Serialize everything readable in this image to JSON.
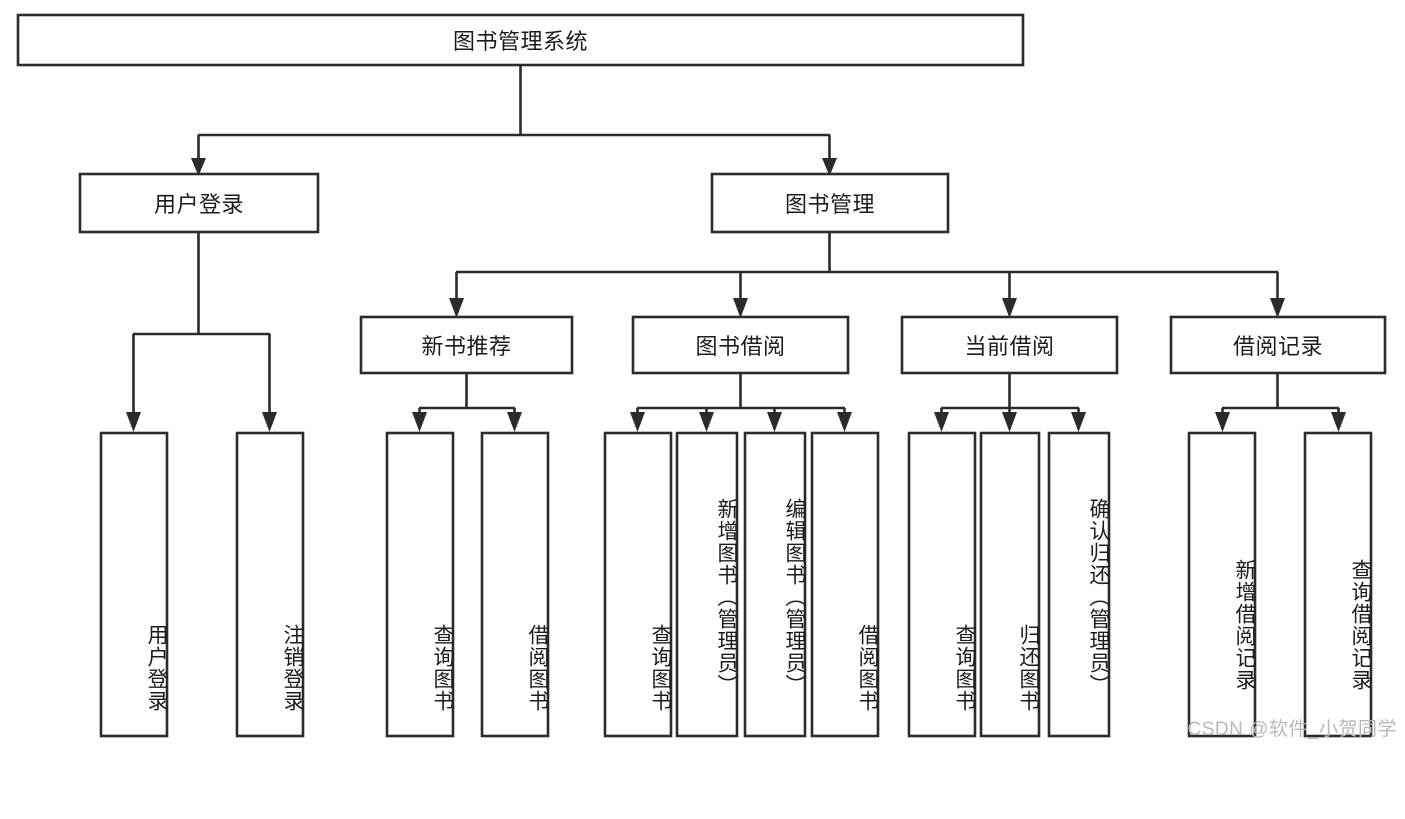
{
  "diagram": {
    "type": "hierarchy-tree",
    "title_node": {
      "id": "root",
      "label": "图书管理系统"
    },
    "levels": [
      {
        "level": 1,
        "nodes": [
          {
            "id": "root",
            "label": "图书管理系统",
            "orientation": "horizontal"
          }
        ]
      },
      {
        "level": 2,
        "nodes": [
          {
            "id": "user-login",
            "label": "用户登录",
            "orientation": "horizontal",
            "parent": "root"
          },
          {
            "id": "book-manage",
            "label": "图书管理",
            "orientation": "horizontal",
            "parent": "root"
          }
        ]
      },
      {
        "level": 3,
        "nodes": [
          {
            "id": "new-book-rec",
            "label": "新书推荐",
            "orientation": "horizontal",
            "parent": "book-manage"
          },
          {
            "id": "book-borrow",
            "label": "图书借阅",
            "orientation": "horizontal",
            "parent": "book-manage"
          },
          {
            "id": "current-borrow",
            "label": "当前借阅",
            "orientation": "horizontal",
            "parent": "book-manage"
          },
          {
            "id": "borrow-record",
            "label": "借阅记录",
            "orientation": "horizontal",
            "parent": "book-manage"
          }
        ]
      },
      {
        "level": 4,
        "nodes": [
          {
            "id": "leaf-user-login",
            "label": "用户登录",
            "orientation": "vertical",
            "parent": "user-login"
          },
          {
            "id": "leaf-logout",
            "label": "注销登录",
            "orientation": "vertical",
            "parent": "user-login"
          },
          {
            "id": "leaf-query-book-1",
            "label": "查询图书",
            "orientation": "vertical",
            "parent": "new-book-rec"
          },
          {
            "id": "leaf-borrow-book-1",
            "label": "借阅图书",
            "orientation": "vertical",
            "parent": "new-book-rec"
          },
          {
            "id": "leaf-query-book-2",
            "label": "查询图书",
            "orientation": "vertical",
            "parent": "book-borrow"
          },
          {
            "id": "leaf-add-book",
            "label": "新增图书（管理员）",
            "orientation": "vertical",
            "parent": "book-borrow"
          },
          {
            "id": "leaf-edit-book",
            "label": "编辑图书（管理员）",
            "orientation": "vertical",
            "parent": "book-borrow"
          },
          {
            "id": "leaf-borrow-book-2",
            "label": "借阅图书",
            "orientation": "vertical",
            "parent": "book-borrow"
          },
          {
            "id": "leaf-query-book-3",
            "label": "查询图书",
            "orientation": "vertical",
            "parent": "current-borrow"
          },
          {
            "id": "leaf-return-book",
            "label": "归还图书",
            "orientation": "vertical",
            "parent": "current-borrow"
          },
          {
            "id": "leaf-confirm-return",
            "label": "确认归还（管理员）",
            "orientation": "vertical",
            "parent": "current-borrow"
          },
          {
            "id": "leaf-add-record",
            "label": "新增借阅记录",
            "orientation": "vertical",
            "parent": "borrow-record"
          },
          {
            "id": "leaf-query-record",
            "label": "查询借阅记录",
            "orientation": "vertical",
            "parent": "borrow-record"
          }
        ]
      }
    ],
    "watermark": "CSDN @软件_小贺同学",
    "colors": {
      "background": "#ffffff",
      "box_fill": "#ffffff",
      "box_stroke": "#2b2b2b",
      "text": "#1c1c1c",
      "watermark": "#b8b8b8"
    }
  }
}
